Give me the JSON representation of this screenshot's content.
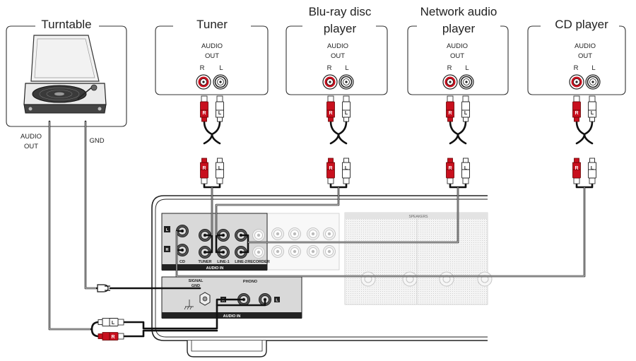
{
  "devices": {
    "turntable": {
      "title": "Turntable",
      "audio_out_line1": "AUDIO",
      "audio_out_line2": "OUT",
      "gnd_label": "GND"
    },
    "tuner": {
      "title": "Tuner",
      "audio_line1": "AUDIO",
      "audio_line2": "OUT",
      "r": "R",
      "l": "L"
    },
    "bluray": {
      "title_line1": "Blu-ray disc",
      "title_line2": "player",
      "audio_line1": "AUDIO",
      "audio_line2": "OUT",
      "r": "R",
      "l": "L"
    },
    "network": {
      "title_line1": "Network audio",
      "title_line2": "player",
      "audio_line1": "AUDIO",
      "audio_line2": "OUT",
      "r": "R",
      "l": "L"
    },
    "cd": {
      "title": "CD player",
      "audio_line1": "AUDIO",
      "audio_line2": "OUT",
      "r": "R",
      "l": "L"
    }
  },
  "plug_marks": {
    "r": "R",
    "l": "L"
  },
  "amplifier": {
    "audio_in_top": "AUDIO IN",
    "audio_in_bottom": "AUDIO IN",
    "inputs": [
      "CD",
      "TUNER",
      "LINE-1",
      "LINE-2",
      "RECORDER"
    ],
    "signal_gnd_line1": "SIGNAL",
    "signal_gnd_line2": "GND",
    "phono": "PHONO",
    "speakers": "SPEAKERS",
    "side_l": "L",
    "side_r": "R"
  },
  "colors": {
    "red_plug": "#c8101e",
    "cable": "#111111",
    "panel": "#d9d9d9"
  }
}
